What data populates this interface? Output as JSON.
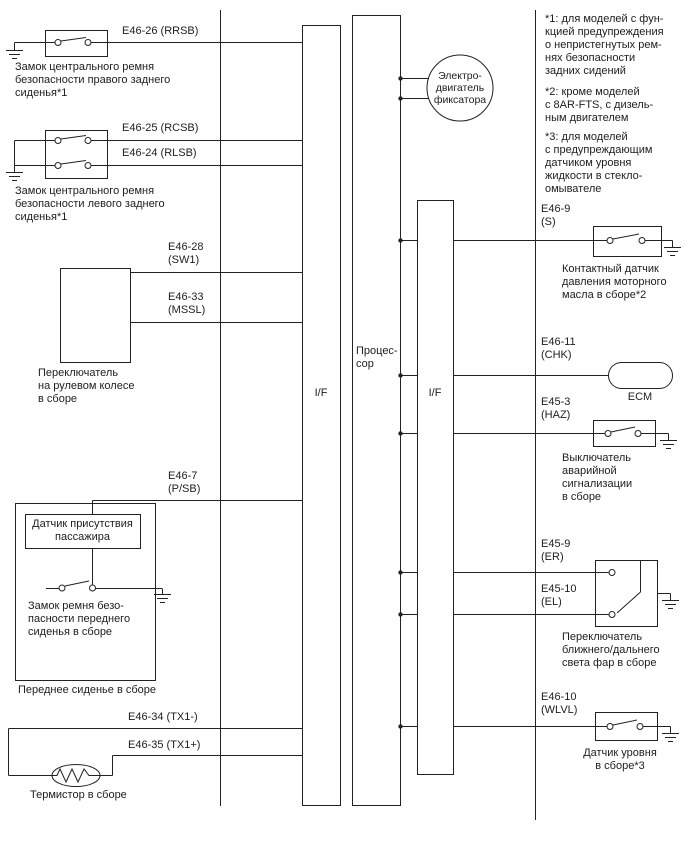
{
  "colors": {
    "line": "#222222",
    "background": "#ffffff",
    "text": "#1d1d1f"
  },
  "center": {
    "if_left": "I/F",
    "if_right": "I/F",
    "processor": "Процес-\nсор",
    "motor": "Электро-\nдвигатель\nфиксатора"
  },
  "left": {
    "rrsb": {
      "wire": "E46-26 (RRSB)",
      "label": "Замок центрального ремня\nбезопасности правого заднего\nсиденья*1"
    },
    "rear_left": {
      "wire_top": "E46-25 (RCSB)",
      "wire_bottom": "E46-24 (RLSB)",
      "label": "Замок центрального ремня\nбезопасности левого заднего\nсиденья*1"
    },
    "steering": {
      "wire_top": "E46-28\n(SW1)",
      "wire_bottom": "E46-33\n(MSSL)",
      "label": "Переключатель\nна рулевом колесе\nв сборе"
    },
    "seat": {
      "wire": "E46-7\n(P/SB)",
      "sensor": "Датчик присутствия\nпассажира",
      "buckle": "Замок ремня безо-\nпасности переднего\nсиденья в сборе",
      "label": "Переднее сиденье в сборе"
    },
    "thermistor": {
      "wire_top": "E46-34 (TX1-)",
      "wire_bottom": "E46-35 (TX1+)",
      "label": "Термистор в сборе"
    }
  },
  "right": {
    "oil": {
      "pin": "E46-9\n(S)",
      "label": "Контактный датчик\nдавления моторного\nмасла в сборе*2"
    },
    "ecm": {
      "pin": "E46-11\n(CHK)",
      "label": "ECM"
    },
    "hazard": {
      "pin": "E45-3\n(HAZ)",
      "label": "Выключатель\nаварийной\nсигнализации\nв сборе"
    },
    "dimmer": {
      "pin_top": "E45-9\n(ER)",
      "pin_bottom": "E45-10\n(EL)",
      "label": "Переключатель\nближнего/дальнего\nсвета фар в сборе"
    },
    "level": {
      "pin": "E46-10\n(WLVL)",
      "label": "Датчик уровня\nв сборе*3"
    }
  },
  "notes": [
    "*1: для моделей с фун-\nкцией предупреждения\nо непристегнутых рем-\nнях безопасности\nзадних сидений",
    "*2: кроме моделей\nс 8AR-FTS, с дизель-\nным двигателем",
    "*3: для моделей\nс предупреждающим\nдатчиком уровня\nжидкости в стекло-\nомывателе"
  ]
}
